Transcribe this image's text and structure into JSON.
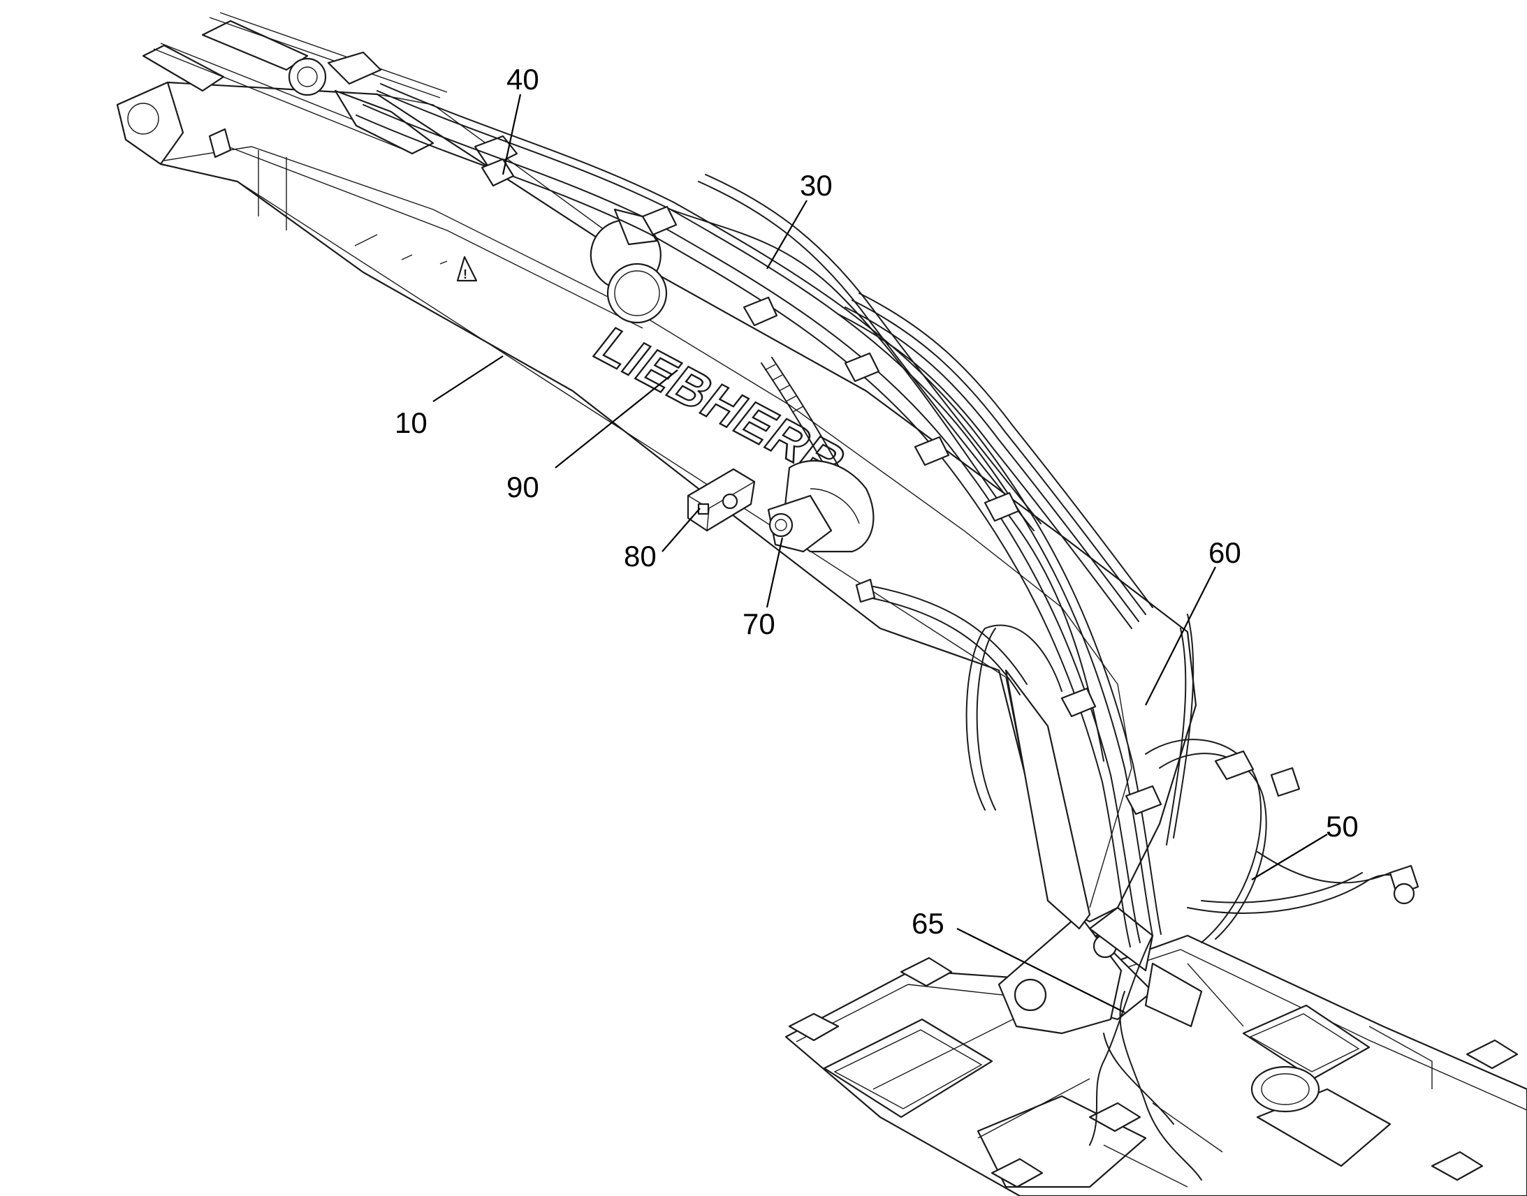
{
  "brand_label": "LIEBHERR",
  "callouts": {
    "c10": "10",
    "c30": "30",
    "c40": "40",
    "c50": "50",
    "c60": "60",
    "c65": "65",
    "c70": "70",
    "c80": "80",
    "c90": "90"
  }
}
